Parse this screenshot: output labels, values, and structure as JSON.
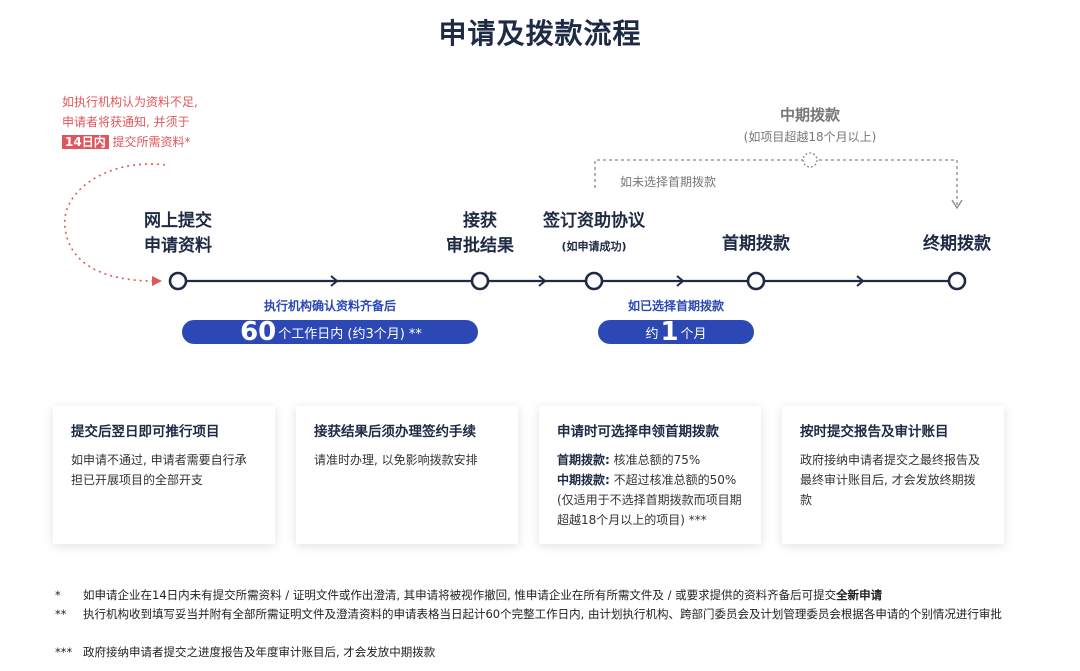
{
  "title": "申请及拨款流程",
  "note": {
    "line1": "如执行机构认为资料不足,",
    "line2": "申请者将获通知, 并须于",
    "highlight": "14日内",
    "line3_rest": " 提交所需资料*"
  },
  "interim": {
    "title": "中期拨款",
    "subtitle": "(如项目超越18个月以上)",
    "dashed_label": "如未选择首期拨款"
  },
  "stages": {
    "s1_line1": "网上提交",
    "s1_line2": "申请资料",
    "s2_line1": "接获",
    "s2_line2": "审批结果",
    "s3_line1": "签订资助协议",
    "s3_sub": "(如申请成功)",
    "s4": "首期拨款",
    "s5": "终期拨款"
  },
  "timeline": {
    "label1": "执行机构确认资料齐备后",
    "pill1_num": "60",
    "pill1_text": "个工作日内 (约3个月) **",
    "label2": "如已选择首期拨款",
    "pill2_pre": "约",
    "pill2_num": "1",
    "pill2_text": "个月"
  },
  "cards": [
    {
      "title": "提交后翌日即可推行项目",
      "body": "如申请不通过, 申请者需要自行承担已开展项目的全部开支"
    },
    {
      "title": "接获结果后须办理签约手续",
      "body": "请准时办理, 以免影响拨款安排"
    },
    {
      "title": "申请时可选择申领首期拨款",
      "b1_label": "首期拨款:",
      "b1_text": " 核准总额的75%",
      "b2_label": "中期拨款:",
      "b2_text": " 不超过核准总额的50%",
      "b3": "(仅适用于不选择首期拨款而项目期超越18个月以上的项目) ***"
    },
    {
      "title": "按时提交报告及审计账目",
      "body": "政府接纳申请者提交之最终报告及最终审计账目后, 才会发放终期拨款"
    }
  ],
  "footnotes": [
    {
      "mark": "*",
      "text": "如申请企业在14日内未有提交所需资料 / 证明文件或作出澄清, 其申请将被视作撤回, 惟申请企业在所有所需文件及 / 或要求提供的资料齐备后可提交",
      "bold": "全新申请"
    },
    {
      "mark": "**",
      "text": "执行机构收到填写妥当并附有全部所需证明文件及澄清资料的申请表格当日起计60个完整工作日内, 由计划执行机构、跨部门委员会及计划管理委员会根据各申请的个别情况进行审批"
    },
    {
      "mark": "***",
      "text": "政府接纳申请者提交之进度报告及年度审计账目后, 才会发放中期拨款"
    }
  ],
  "colors": {
    "navy": "#1f2a44",
    "blue": "#2c48b5",
    "red": "#e0575b",
    "gray": "#777777"
  }
}
